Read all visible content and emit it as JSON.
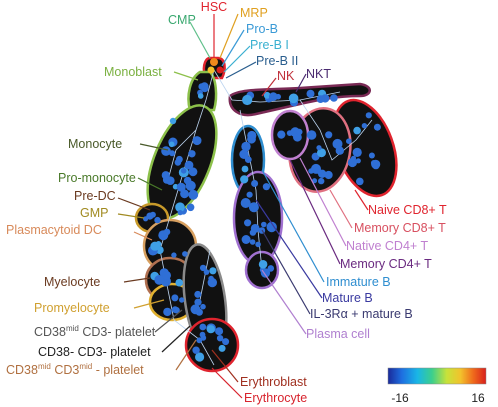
{
  "labels": {
    "hsc": "HSC",
    "cmp": "CMP",
    "mrp": "MRP",
    "pro_b": "Pro-B",
    "pre_b_i": "Pre-B I",
    "pre_b_ii": "Pre-B II",
    "monoblast": "Monoblast",
    "nk": "NK",
    "nkt": "NKT",
    "monocyte": "Monocyte",
    "pro_monocyte": "Pro-monocyte",
    "pre_dc": "Pre-DC",
    "gmp": "GMP",
    "plasmacytoid_dc": "Plasmacytoid DC",
    "naive_cd8": "Naive CD8+ T",
    "memory_cd8": "Memory CD8+ T",
    "native_cd4": "Native CD4+ T",
    "memory_cd4": "Memory CD4+ T",
    "immature_b": "Immature B",
    "mature_b": "Mature B",
    "il3ra_mature_b": "IL-3Rα + mature B",
    "plasma_cell": "Plasma cell",
    "myelocyte": "Myelocyte",
    "promyelocyte": "Promyelocyte",
    "cd38mid_cd3_platelet": {
      "a": "CD38",
      "sup": "mid",
      "b": " CD3- platelet"
    },
    "cd38_cd3_platelet": "CD38- CD3- platelet",
    "cd38mid_cd3mid_platelet": {
      "a": "CD38",
      "sup1": "mid",
      "b": " CD3",
      "sup2": "mid",
      "c": " - platelet"
    },
    "erythroblast": "Erythroblast",
    "erythrocyte": "Erythrocyte"
  },
  "colorbar": {
    "min_label": "-16",
    "max_label": "16",
    "stops": [
      "#1a2a9a",
      "#1e6ee0",
      "#19b6e6",
      "#3ccf8c",
      "#c8e23a",
      "#f2c22c",
      "#ef6a1c",
      "#d8201c"
    ]
  },
  "colors": {
    "node_blue": "#2f6fd6",
    "node_light": "#3fa0e6",
    "cluster_fill": "#111111"
  }
}
